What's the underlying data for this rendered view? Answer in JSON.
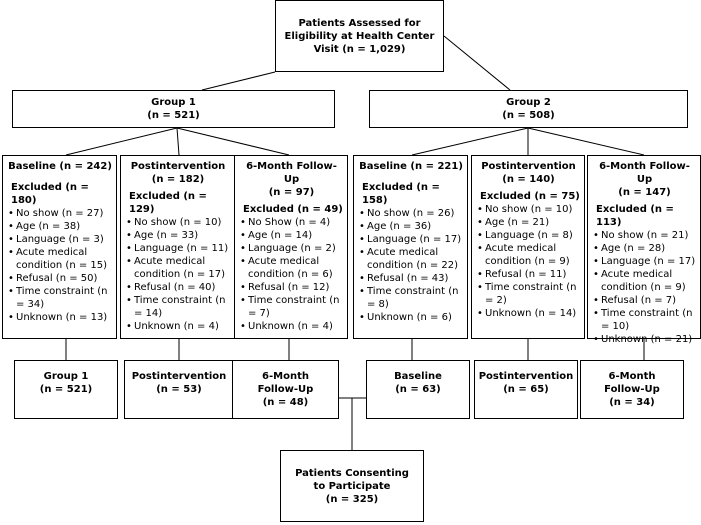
{
  "top": {
    "line1": "Patients Assessed for",
    "line2": "Eligibility at Health Center",
    "line3": "Visit (n = 1,029)"
  },
  "group1": {
    "title": "Group 1",
    "n": "(n = 521)"
  },
  "group2": {
    "title": "Group 2",
    "n": "(n = 508)"
  },
  "phases": [
    {
      "header_lines": [
        "Baseline (n = 242)"
      ],
      "excluded": "Excluded (n = 180)",
      "items": [
        "No show (n = 27)",
        "Age (n = 38)",
        "Language (n = 3)",
        "Acute medical condition (n = 15)",
        "Refusal  (n = 50)",
        "Time constraint (n = 34)",
        "Unknown (n = 13)"
      ]
    },
    {
      "header_lines": [
        "Postintervention",
        "(n = 182)"
      ],
      "excluded": "Excluded (n = 129)",
      "items": [
        "No show (n = 10)",
        "Age (n = 33)",
        "Language (n = 11)",
        "Acute medical condition (n = 17)",
        "Refusal (n = 40)",
        "Time constraint (n = 14)",
        "Unknown (n = 4)"
      ]
    },
    {
      "header_lines": [
        "6-Month Follow-Up",
        "(n = 97)"
      ],
      "excluded": "Excluded (n = 49)",
      "items": [
        "No Show (n = 4)",
        "Age (n = 14)",
        "Language (n = 2)",
        "Acute medical condition (n = 6)",
        "Refusal (n = 12)",
        "Time constraint (n = 7)",
        "Unknown (n = 4)"
      ]
    },
    {
      "header_lines": [
        "Baseline (n = 221)"
      ],
      "excluded": "Excluded (n = 158)",
      "items": [
        "No show (n = 26)",
        "Age (n = 36)",
        "Language (n = 17)",
        "Acute medical condition (n = 22)",
        "Refusal (n = 43)",
        "Time constraint (n = 8)",
        "Unknown (n = 6)"
      ]
    },
    {
      "header_lines": [
        "Postintervention",
        "(n = 140)"
      ],
      "excluded": "Excluded (n = 75)",
      "items": [
        "No show (n = 10)",
        "Age (n = 21)",
        "Language (n = 8)",
        "Acute medical condition (n = 9)",
        "Refusal (n = 11)",
        "Time constraint (n = 2)",
        "Unknown (n = 14)"
      ]
    },
    {
      "header_lines": [
        "6-Month Follow-Up",
        "(n = 147)"
      ],
      "excluded": "Excluded (n = 113)",
      "items": [
        "No show (n = 21)",
        "Age (n = 28)",
        "Language (n = 17)",
        "Acute medical condition (n = 9)",
        "Refusal (n = 7)",
        "Time constraint (n = 10)",
        "Unknown (n = 21)"
      ]
    }
  ],
  "results": [
    {
      "lines": [
        "Group 1",
        "(n = 521)"
      ]
    },
    {
      "lines": [
        "Postintervention",
        "(n = 53)"
      ]
    },
    {
      "lines": [
        "6-Month",
        "Follow-Up",
        "(n = 48)"
      ]
    },
    {
      "lines": [
        "Baseline",
        "(n = 63)"
      ]
    },
    {
      "lines": [
        "Postintervention",
        "(n = 65)"
      ]
    },
    {
      "lines": [
        "6-Month",
        "Follow-Up",
        "(n = 34)"
      ]
    }
  ],
  "final": {
    "line1": "Patients Consenting",
    "line2": "to Participate",
    "line3": "(n = 325)"
  }
}
